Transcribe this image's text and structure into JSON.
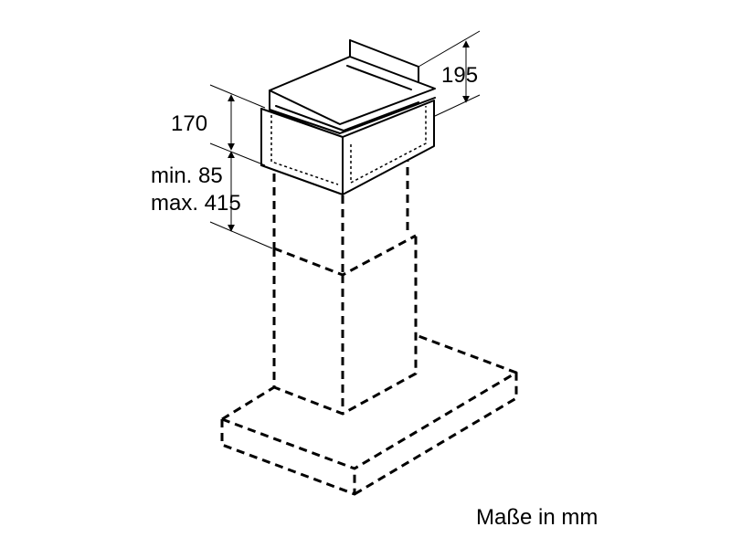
{
  "dimensions": {
    "top_height": "195",
    "box_height": "170",
    "chimney_min": "min. 85",
    "chimney_max": "max. 415"
  },
  "caption": "Maße in mm"
}
